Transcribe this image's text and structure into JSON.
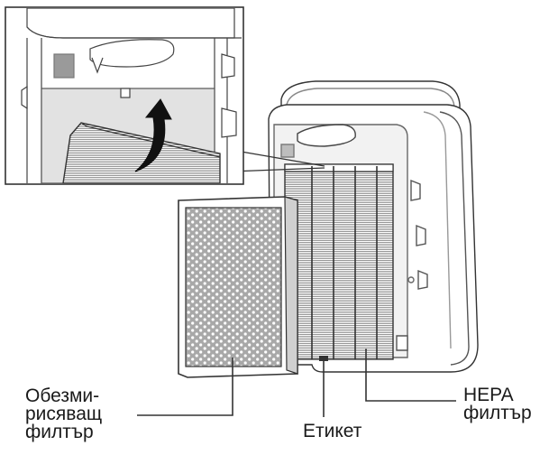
{
  "labels": {
    "deodorizing_filter": [
      "Обезми-",
      "рисяващ",
      "филтър"
    ],
    "tag": "Етикет",
    "hepa_filter": [
      "HEPA",
      "филтър"
    ]
  },
  "colors": {
    "line": "#333333",
    "gray_fill": "#9a9a9a",
    "light_gray": "#e6e6e6",
    "panel_gray": "#d9d9d9"
  }
}
